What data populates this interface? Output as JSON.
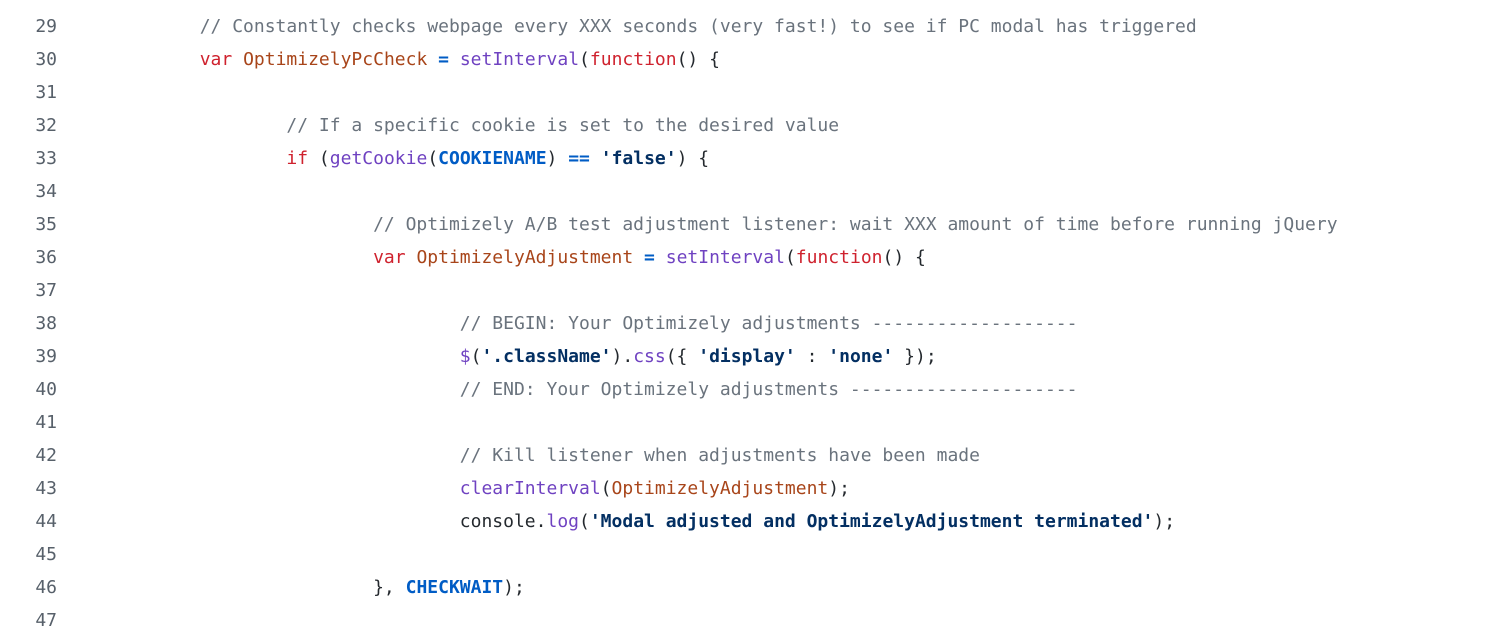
{
  "theme": {
    "background": "#ffffff",
    "plain": "#24292e",
    "comment": "#6a737d",
    "keyword": "#cf222e",
    "function": "#6f42c1",
    "constant": "#005cc5",
    "operator": "#005cc5",
    "variable": "#a8451a",
    "string": "#032f62",
    "line_number": "#57606a"
  },
  "editor": {
    "language": "javascript",
    "first_line_number": 29,
    "last_line_number": 47,
    "lines": [
      {
        "number": "29",
        "tokens": [
          [
            "comment",
            "        // Constantly checks webpage every XXX seconds (very fast!) to see if PC modal has triggered"
          ]
        ]
      },
      {
        "number": "30",
        "tokens": [
          [
            "plain",
            "        "
          ],
          [
            "keyword",
            "var"
          ],
          [
            "plain",
            " "
          ],
          [
            "variable",
            "OptimizelyPcCheck"
          ],
          [
            "plain",
            " "
          ],
          [
            "operator",
            "="
          ],
          [
            "plain",
            " "
          ],
          [
            "function",
            "setInterval"
          ],
          [
            "plain",
            "("
          ],
          [
            "keyword",
            "function"
          ],
          [
            "plain",
            "() {"
          ]
        ]
      },
      {
        "number": "31",
        "tokens": []
      },
      {
        "number": "32",
        "tokens": [
          [
            "comment",
            "                // If a specific cookie is set to the desired value"
          ]
        ]
      },
      {
        "number": "33",
        "tokens": [
          [
            "plain",
            "                "
          ],
          [
            "keyword",
            "if"
          ],
          [
            "plain",
            " ("
          ],
          [
            "function",
            "getCookie"
          ],
          [
            "plain",
            "("
          ],
          [
            "constant",
            "COOKIENAME"
          ],
          [
            "plain",
            ") "
          ],
          [
            "operator",
            "=="
          ],
          [
            "plain",
            " "
          ],
          [
            "string",
            "'false'"
          ],
          [
            "plain",
            ") {"
          ]
        ]
      },
      {
        "number": "34",
        "tokens": []
      },
      {
        "number": "35",
        "tokens": [
          [
            "comment",
            "                        // Optimizely A/B test adjustment listener: wait XXX amount of time before running jQuery"
          ]
        ]
      },
      {
        "number": "36",
        "tokens": [
          [
            "plain",
            "                        "
          ],
          [
            "keyword",
            "var"
          ],
          [
            "plain",
            " "
          ],
          [
            "variable",
            "OptimizelyAdjustment"
          ],
          [
            "plain",
            " "
          ],
          [
            "operator",
            "="
          ],
          [
            "plain",
            " "
          ],
          [
            "function",
            "setInterval"
          ],
          [
            "plain",
            "("
          ],
          [
            "keyword",
            "function"
          ],
          [
            "plain",
            "() {"
          ]
        ]
      },
      {
        "number": "37",
        "tokens": []
      },
      {
        "number": "38",
        "tokens": [
          [
            "comment",
            "                                // BEGIN: Your Optimizely adjustments -------------------"
          ]
        ]
      },
      {
        "number": "39",
        "tokens": [
          [
            "plain",
            "                                "
          ],
          [
            "function",
            "$"
          ],
          [
            "plain",
            "("
          ],
          [
            "string",
            "'.className'"
          ],
          [
            "plain",
            ")."
          ],
          [
            "function",
            "css"
          ],
          [
            "plain",
            "({ "
          ],
          [
            "string",
            "'display'"
          ],
          [
            "plain",
            " : "
          ],
          [
            "string",
            "'none'"
          ],
          [
            "plain",
            " });"
          ]
        ]
      },
      {
        "number": "40",
        "tokens": [
          [
            "comment",
            "                                // END: Your Optimizely adjustments ---------------------"
          ]
        ]
      },
      {
        "number": "41",
        "tokens": []
      },
      {
        "number": "42",
        "tokens": [
          [
            "comment",
            "                                // Kill listener when adjustments have been made"
          ]
        ]
      },
      {
        "number": "43",
        "tokens": [
          [
            "plain",
            "                                "
          ],
          [
            "function",
            "clearInterval"
          ],
          [
            "plain",
            "("
          ],
          [
            "variable",
            "OptimizelyAdjustment"
          ],
          [
            "plain",
            ");"
          ]
        ]
      },
      {
        "number": "44",
        "tokens": [
          [
            "plain",
            "                                console."
          ],
          [
            "function",
            "log"
          ],
          [
            "plain",
            "("
          ],
          [
            "string",
            "'Modal adjusted and OptimizelyAdjustment terminated'"
          ],
          [
            "plain",
            ");"
          ]
        ]
      },
      {
        "number": "45",
        "tokens": []
      },
      {
        "number": "46",
        "tokens": [
          [
            "plain",
            "                        }, "
          ],
          [
            "constant",
            "CHECKWAIT"
          ],
          [
            "plain",
            ");"
          ]
        ]
      },
      {
        "number": "47",
        "tokens": []
      }
    ]
  }
}
